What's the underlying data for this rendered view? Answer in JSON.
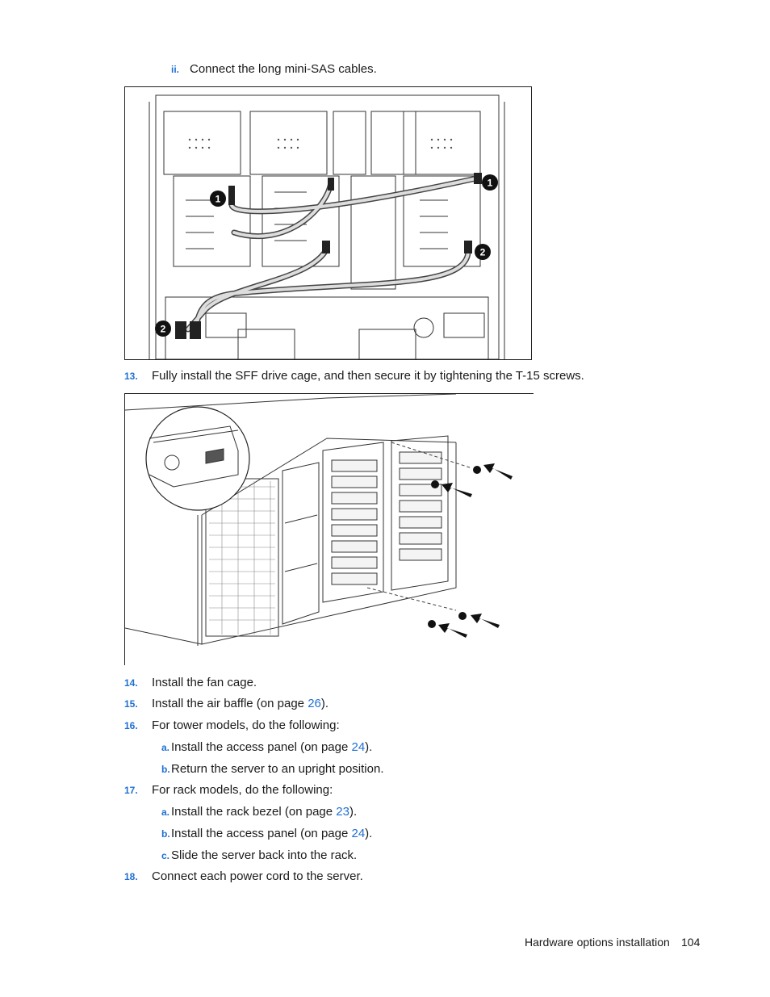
{
  "steps": {
    "ii": {
      "marker": "ii.",
      "text": "Connect the long mini-SAS cables."
    },
    "s13": {
      "marker": "13.",
      "text": "Fully install the SFF drive cage, and then secure it by tightening the T-15 screws."
    },
    "s14": {
      "marker": "14.",
      "text": "Install the fan cage."
    },
    "s15": {
      "marker": "15.",
      "text_before": "Install the air baffle (on page ",
      "page": "26",
      "text_after": ")."
    },
    "s16": {
      "marker": "16.",
      "text": "For tower models, do the following:"
    },
    "s16a": {
      "marker": "a.",
      "text_before": "Install the access panel (on page ",
      "page": "24",
      "text_after": ")."
    },
    "s16b": {
      "marker": "b.",
      "text": "Return the server to an upright position."
    },
    "s17": {
      "marker": "17.",
      "text": "For rack models, do the following:"
    },
    "s17a": {
      "marker": "a.",
      "text_before": "Install the rack bezel (on page ",
      "page": "23",
      "text_after": ")."
    },
    "s17b": {
      "marker": "b.",
      "text_before": "Install the access panel (on page ",
      "page": "24",
      "text_after": ")."
    },
    "s17c": {
      "marker": "c.",
      "text": "Slide the server back into the rack."
    },
    "s18": {
      "marker": "18.",
      "text": "Connect each power cord to the server."
    }
  },
  "figure1": {
    "callouts": [
      "1",
      "1",
      "2",
      "2"
    ]
  },
  "footer": {
    "section": "Hardware options installation",
    "page_number": "104"
  },
  "colors": {
    "accent_link": "#1f6fd1",
    "text": "#1a1a1a"
  }
}
